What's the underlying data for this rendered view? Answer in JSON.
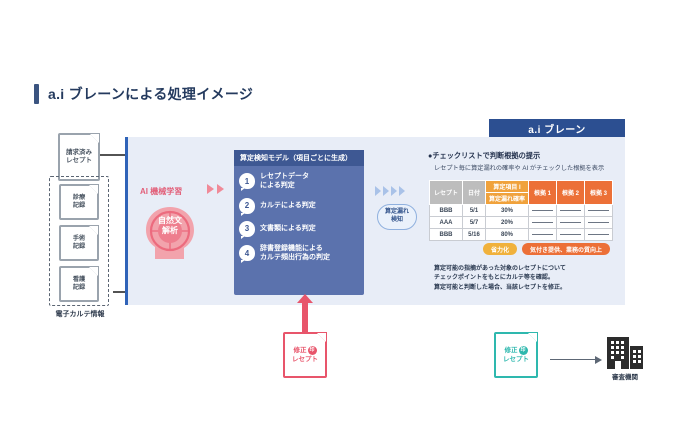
{
  "page": {
    "title": "a.i ブレーンによる処理イメージ",
    "brand_tab": "a.i ブレーン"
  },
  "inputs": {
    "billed_receipt": {
      "line1": "請求済み",
      "line2": "レセプト"
    },
    "karte_caption": "電子カルテ情報",
    "karte_docs": [
      {
        "line1": "診療",
        "line2": "記録"
      },
      {
        "line1": "手術",
        "line2": "記録"
      },
      {
        "line1": "看護",
        "line2": "記録"
      }
    ]
  },
  "ai": {
    "label": "AI 機械学習",
    "brain_line1": "自然文",
    "brain_line2": "解析"
  },
  "model": {
    "header": "算定検知モデル（項目ごとに生成）",
    "items": [
      {
        "num": "1",
        "text": "レセプトデータ\nによる判定"
      },
      {
        "num": "2",
        "text": "カルテによる判定"
      },
      {
        "num": "3",
        "text": "文書類による判定"
      },
      {
        "num": "4",
        "text": "辞書登録機能による\nカルテ頻出行為の判定"
      }
    ]
  },
  "detection": {
    "oval_line1": "算定漏れ",
    "oval_line2": "検知"
  },
  "checklist": {
    "heading": "●チェックリストで判断根拠の提示",
    "subheading": "レセプト毎に算定漏れの確率や AI がチェックした根拠を表示",
    "table": {
      "col_receipt": "レセプト",
      "col_date": "日付",
      "col_item_top": "算定項目 I",
      "col_item_bottom": "算定漏れ確率",
      "col_basis": [
        "根拠 1",
        "根拠 2",
        "根拠 3"
      ],
      "rows": [
        {
          "receipt": "BBB",
          "date": "5/1",
          "probability": "30%"
        },
        {
          "receipt": "AAA",
          "date": "5/7",
          "probability": "20%"
        },
        {
          "receipt": "BBB",
          "date": "5/16",
          "probability": "80%"
        }
      ]
    },
    "badges": [
      {
        "label": "省力化",
        "color": "#f0b13c"
      },
      {
        "label": "気付き提供、業務の質向上",
        "color": "#ec6f37"
      }
    ],
    "description": [
      "算定可能の指摘があった対象のレセプトについて",
      "チェックポイントをもとにカルテ等を確認。",
      "算定可能と判断した場合、当該レセプトを修正。"
    ]
  },
  "outputs": {
    "corrected_receipt_red": {
      "line1": "修正",
      "line2": "レセプト",
      "stamp": "印"
    },
    "corrected_receipt_teal": {
      "line1": "修正",
      "line2": "レセプト",
      "stamp": "印"
    },
    "institution_label": "審査機関"
  },
  "colors": {
    "brand_navy": "#2c4f91",
    "panel_blue": "#e8edf7",
    "accent_pink": "#e8556b",
    "accent_teal": "#2eb8ae",
    "amber": "#f0a23c",
    "orange": "#ec7037"
  }
}
